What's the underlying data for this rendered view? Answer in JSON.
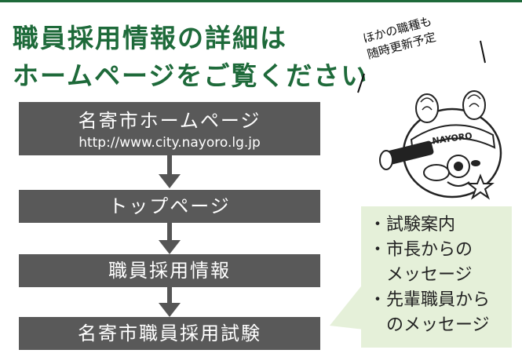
{
  "heading": {
    "line1": "職員採用情報の詳細は",
    "line2": "ホームページをご覧ください"
  },
  "steps": [
    {
      "label": "名寄市ホームページ",
      "url": "http://www.city.nayoro.lg.jp"
    },
    {
      "label": "トップページ"
    },
    {
      "label": "職員採用情報"
    },
    {
      "label": "名寄市職員採用試験"
    }
  ],
  "info_bubble": {
    "bullet": "・",
    "items": [
      [
        "試験案内"
      ],
      [
        "市長からの",
        "メッセージ"
      ],
      [
        "先輩職員から",
        "のメッセージ"
      ]
    ]
  },
  "mascot": {
    "note_line1": "ほかの職種も",
    "note_line2": "随時更新予定",
    "badge_text": "NAYORO"
  },
  "colors": {
    "heading": "#1e6a3a",
    "step_bg": "#595959",
    "bubble_bg": "#e5f0d9"
  }
}
